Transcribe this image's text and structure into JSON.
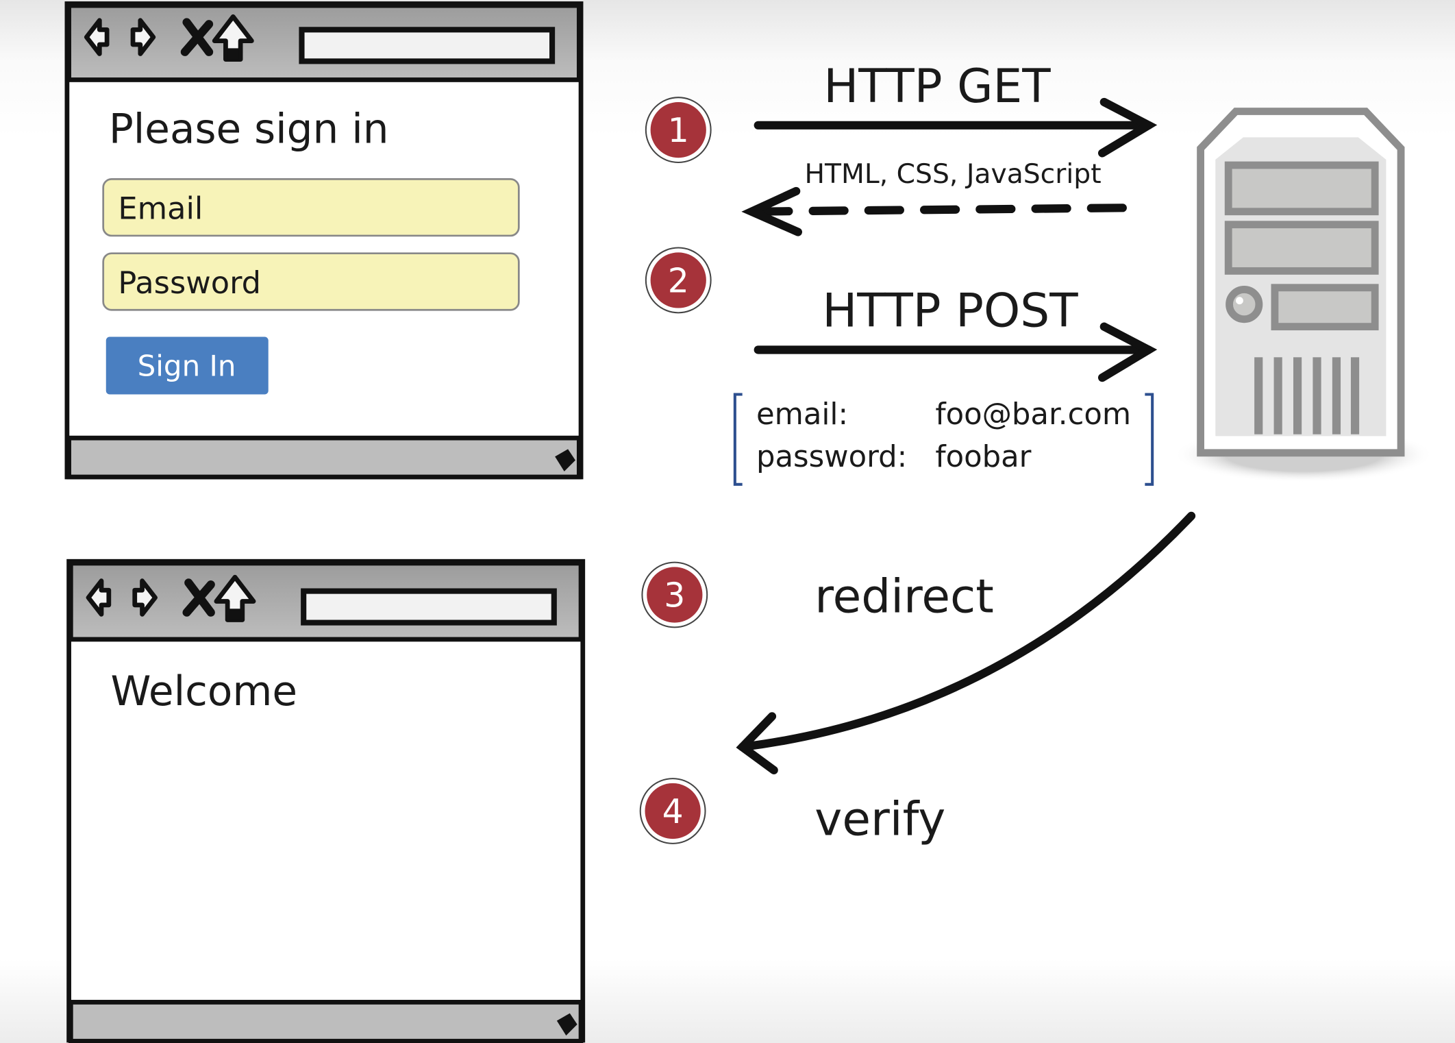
{
  "login_browser": {
    "heading": "Please sign in",
    "email_placeholder": "Email",
    "password_placeholder": "Password",
    "sign_in_label": "Sign In"
  },
  "welcome_browser": {
    "heading": "Welcome"
  },
  "steps": [
    {
      "number": "1",
      "label": "HTTP GET",
      "response": "HTML, CSS, JavaScript"
    },
    {
      "number": "2",
      "label": "HTTP POST"
    },
    {
      "number": "3",
      "label": "redirect"
    },
    {
      "number": "4",
      "label": "verify"
    }
  ],
  "post_body": {
    "email_key": "email:",
    "email_value": "foo@bar.com",
    "password_key": "password:",
    "password_value": "foobar"
  },
  "colors": {
    "badge": "#a6333a",
    "button": "#4a7fc1",
    "input": "#f7f3b8",
    "bracket": "#2d4f8f"
  }
}
